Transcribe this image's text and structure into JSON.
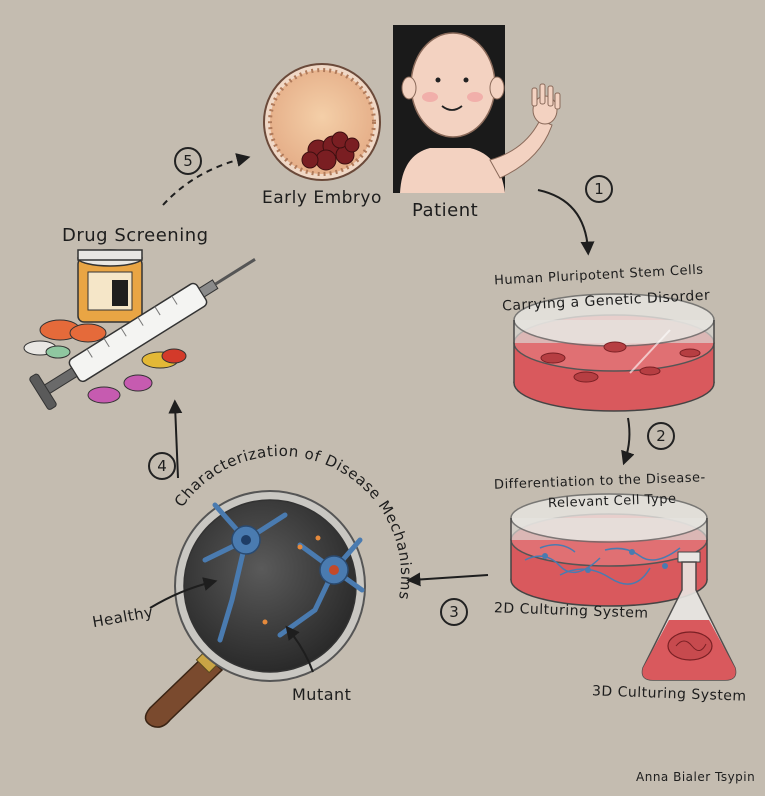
{
  "labels": {
    "early_embryo": "Early Embryo",
    "patient": "Patient",
    "hpsc_line1": "Human Pluripotent Stem Cells",
    "hpsc_line2": "Carrying a Genetic Disorder",
    "diff_line1": "Differentiation to the Disease-",
    "diff_line2": "Relevant Cell Type",
    "culture_2d": "2D Culturing System",
    "culture_3d": "3D Culturing System",
    "characterization": "Characterization of Disease Mechanisms",
    "healthy": "Healthy",
    "mutant": "Mutant",
    "drug_screening": "Drug Screening",
    "signature": "Anna Bialer Tsypin"
  },
  "steps": [
    "1",
    "2",
    "3",
    "4",
    "5"
  ],
  "colors": {
    "background": "#c4bcb0",
    "media_red": "#d9595d",
    "neuron_blue": "#4a7bb0",
    "embryo_dark": "#7a1e22",
    "skin": "#f3d2c1"
  }
}
